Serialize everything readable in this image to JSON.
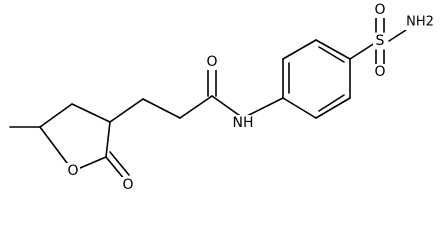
{
  "molecule": {
    "atoms": {
      "o_ring": "O",
      "o_carbonyl_lactone": "O",
      "o_carbonyl_amide": "O",
      "nh": "NH",
      "s": "S",
      "o_sulfonyl_top": "O",
      "o_sulfonyl_bottom": "O",
      "nh2": "NH2"
    }
  }
}
